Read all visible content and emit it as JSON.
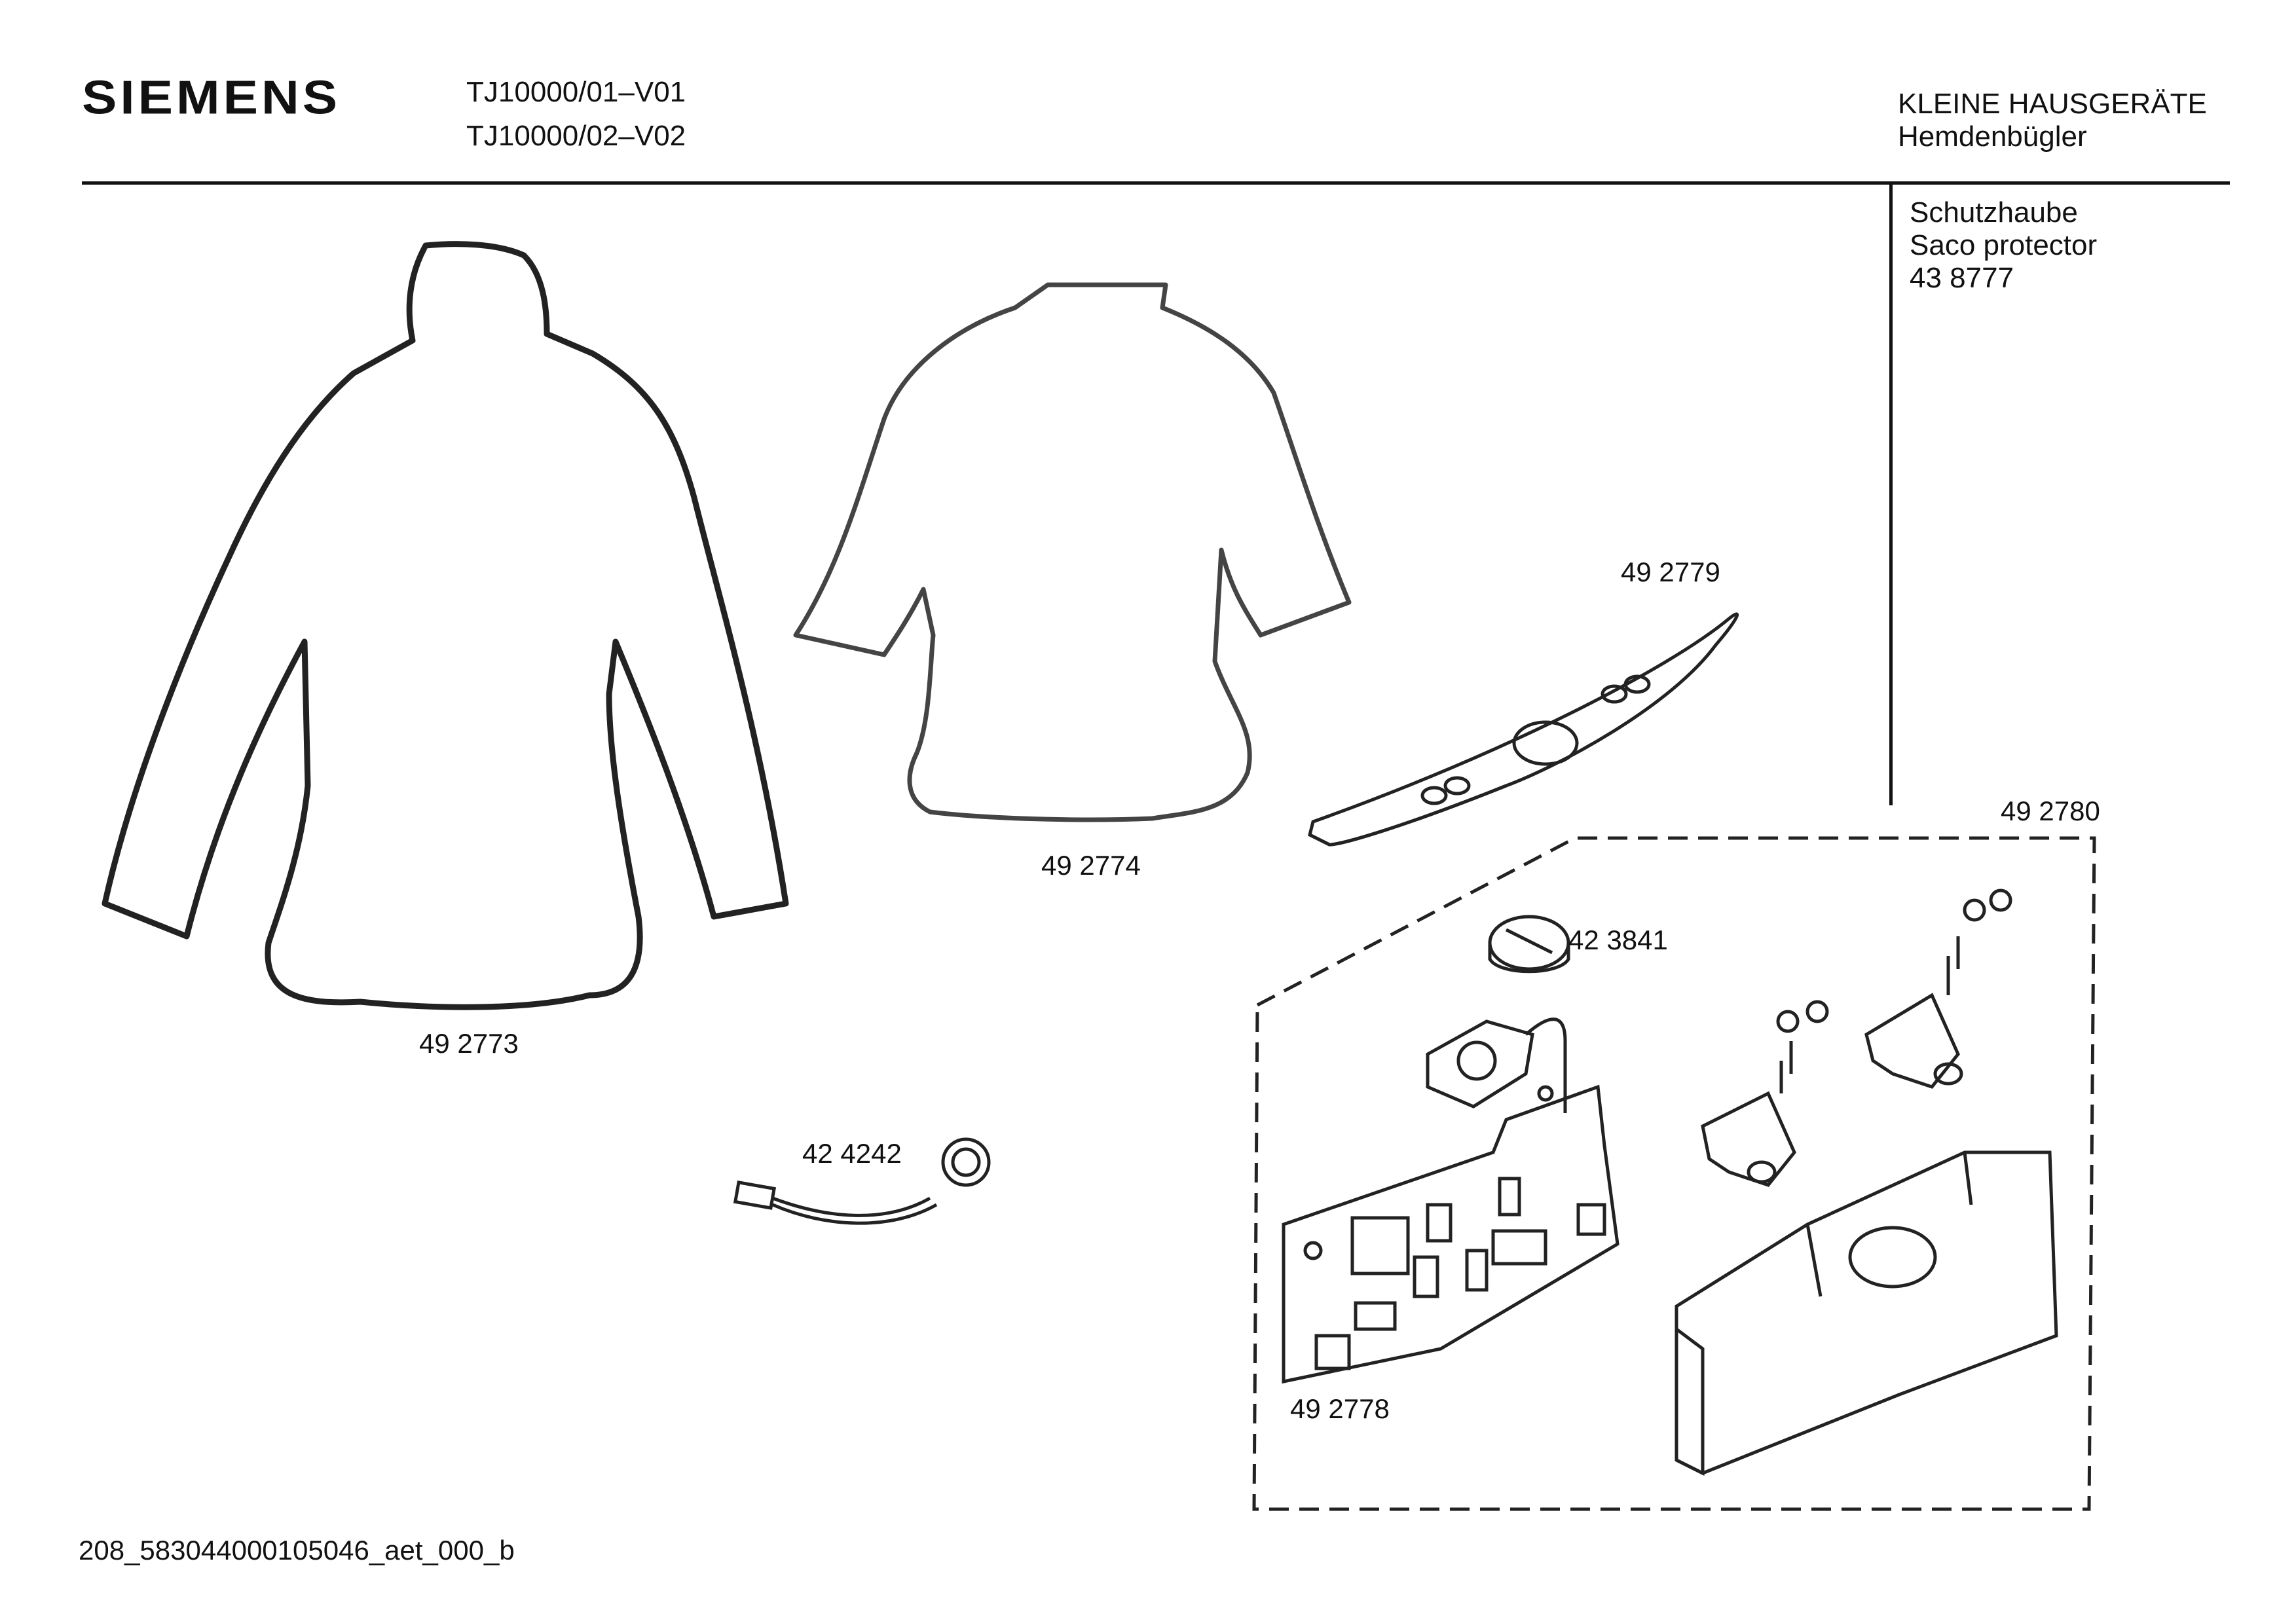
{
  "header": {
    "brand": "SIEMENS",
    "model_lines": [
      "TJ10000/01–V01",
      "TJ10000/02–V02"
    ],
    "category": "KLEINE HAUSGERÄTE",
    "product": "Hemdenbügler"
  },
  "side_info": {
    "line1": "Schutzhaube",
    "line2": "Saco protector",
    "line3": "43 8777"
  },
  "parts": {
    "shirt_cover_large": "49 2773",
    "shirt_cover_small": "49 2774",
    "control_panel_cover": "49 2779",
    "control_unit_assembly": "49 2780",
    "control_knob": "42 3841",
    "sensor_cable": "42 4242",
    "circuit_board": "49 2778"
  },
  "footer": {
    "document_code": "208_583044000105046_aet_000_b"
  }
}
